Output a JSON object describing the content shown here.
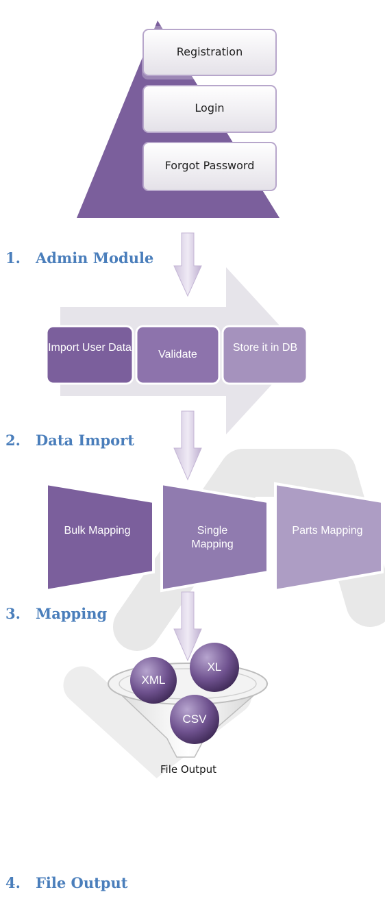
{
  "pyramid": {
    "items": [
      "Registration",
      "Login",
      "Forgot Password"
    ]
  },
  "headings": [
    {
      "number": "1.",
      "label": "Admin Module"
    },
    {
      "number": "2.",
      "label": "Data Import"
    },
    {
      "number": "3.",
      "label": "Mapping"
    },
    {
      "number": "4.",
      "label": "File Output"
    }
  ],
  "process": {
    "steps": [
      "Import User Data",
      "Validate",
      "Store it in DB"
    ]
  },
  "mapping": {
    "items": [
      "Bulk Mapping",
      "Single Mapping",
      "Parts Mapping"
    ]
  },
  "funnel": {
    "balls": [
      "XML",
      "XL",
      "CSV"
    ],
    "caption": "File Output"
  },
  "colors": {
    "purple": "#7b5f9c",
    "purple_mid": "#9a84b3",
    "purple_light": "#b6a6c9",
    "heading": "#4a7ebb",
    "watermark": "#e6e6e6"
  }
}
